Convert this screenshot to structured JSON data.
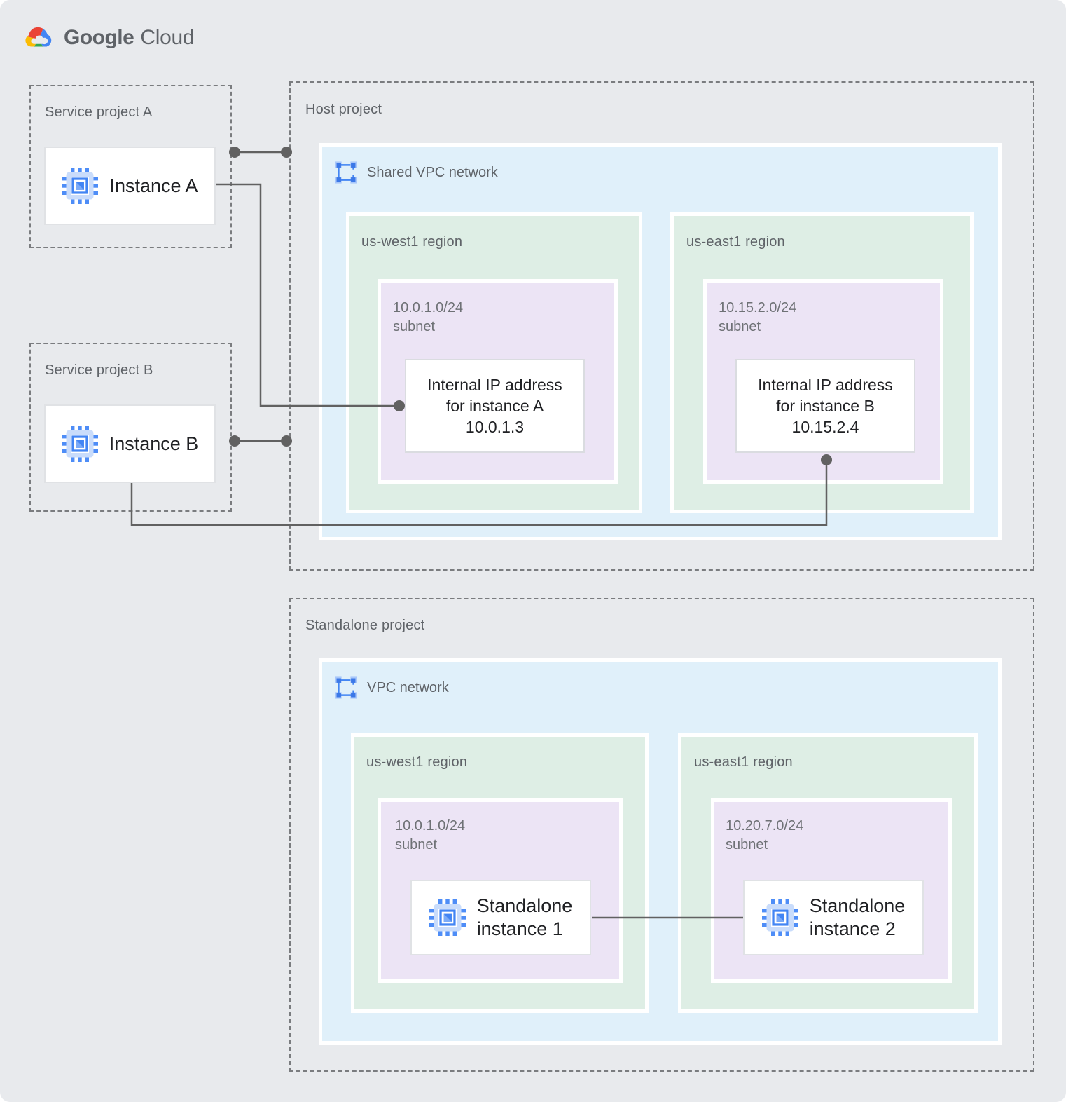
{
  "brand": {
    "part1": "Google",
    "part2": "Cloud"
  },
  "icons": {
    "logo": "google-cloud-logo",
    "vm": "compute-instance-chip-icon",
    "network": "vpc-network-icon"
  },
  "colors": {
    "canvas": "#E8EAED",
    "network_blue": "#E0F0FA",
    "region_green": "#DEEEE5",
    "subnet_purple": "#ECE4F5",
    "connector": "#616161",
    "accent_blue": "#4285F4"
  },
  "projects": {
    "service_a": {
      "title": "Service project A",
      "instance": "Instance A"
    },
    "service_b": {
      "title": "Service project B",
      "instance": "Instance B"
    },
    "host": {
      "title": "Host project",
      "network": "Shared VPC network",
      "region_west": {
        "name": "us-west1 region",
        "subnet_cidr": "10.0.1.0/24",
        "subnet_word": "subnet",
        "card": [
          "Internal IP address",
          "for instance A",
          "10.0.1.3"
        ]
      },
      "region_east": {
        "name": "us-east1 region",
        "subnet_cidr": "10.15.2.0/24",
        "subnet_word": "subnet",
        "card": [
          "Internal IP address",
          "for instance B",
          "10.15.2.4"
        ]
      }
    },
    "standalone": {
      "title": "Standalone project",
      "network": "VPC network",
      "region_west": {
        "name": "us-west1 region",
        "subnet_cidr": "10.0.1.0/24",
        "subnet_word": "subnet",
        "instance": [
          "Standalone",
          "instance 1"
        ]
      },
      "region_east": {
        "name": "us-east1 region",
        "subnet_cidr": "10.20.7.0/24",
        "subnet_word": "subnet",
        "instance": [
          "Standalone",
          "instance 2"
        ]
      }
    }
  }
}
